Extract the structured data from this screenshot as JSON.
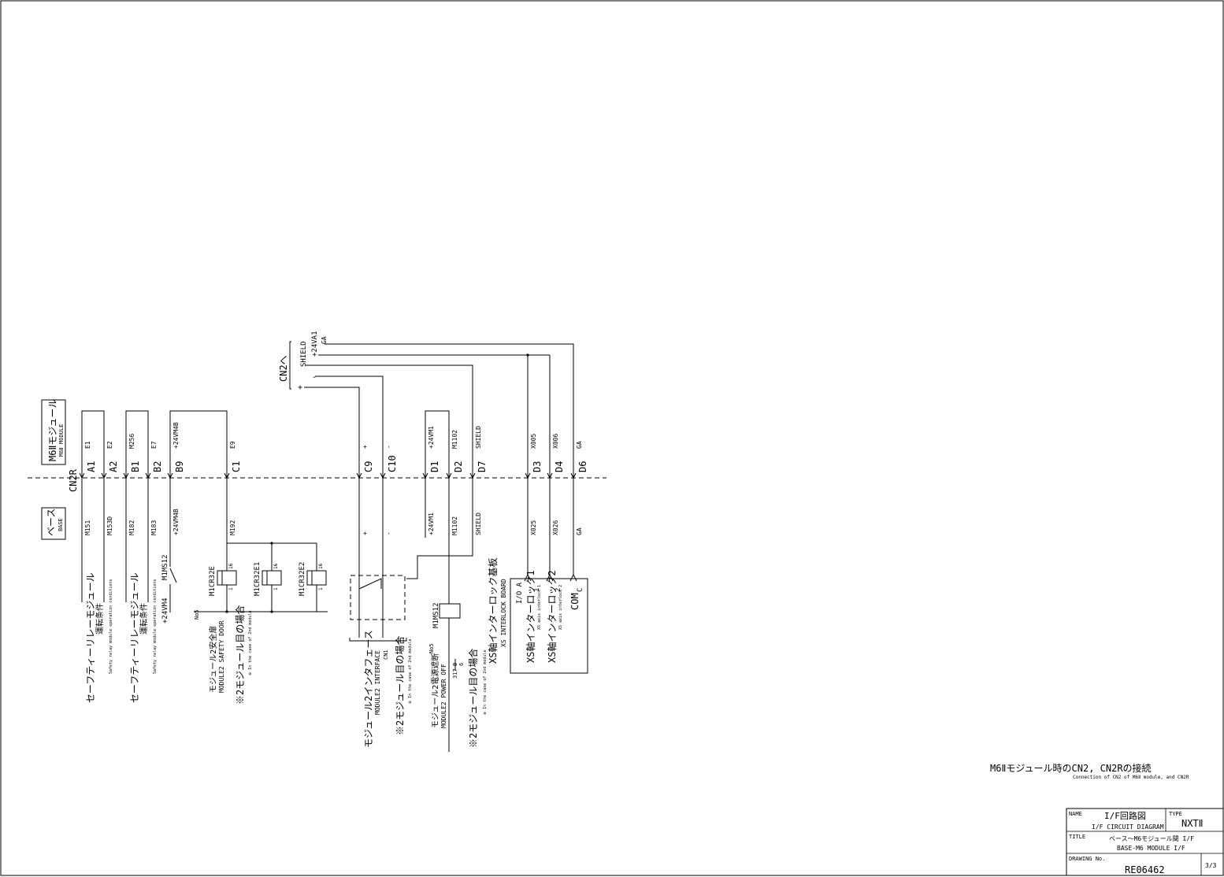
{
  "module_block": {
    "label_jp": "M6Ⅱモジュール",
    "label_en": "M6Ⅱ MODULE"
  },
  "base_block": {
    "label_jp": "ベース",
    "label_en": "BASE"
  },
  "connectors": {
    "cn2r": "CN2R",
    "cn2": "CN2へ"
  },
  "cn2_side": {
    "shield": "SHIELD",
    "p24va1": "+24VA1",
    "ga": "GA",
    "minus": "-",
    "plus": "+"
  },
  "pins": [
    {
      "pin": "A1",
      "top": "E1",
      "bottom": "M151"
    },
    {
      "pin": "A2",
      "top": "E2",
      "bottom": "M153D"
    },
    {
      "pin": "B1",
      "top": "M256",
      "bottom": "M182"
    },
    {
      "pin": "B2",
      "top": "E7",
      "bottom": "M183"
    },
    {
      "pin": "B9",
      "top": "+24VM4B",
      "bottom": "+24VM4B"
    },
    {
      "pin": "C1",
      "top": "E9",
      "bottom": "M192"
    },
    {
      "pin": "C9",
      "top": "+",
      "bottom": "+"
    },
    {
      "pin": "C10",
      "top": "-",
      "bottom": "-"
    },
    {
      "pin": "D1",
      "top": "+24VM1",
      "bottom": "+24VM1"
    },
    {
      "pin": "D2",
      "top": "M1102",
      "bottom": "M1102"
    },
    {
      "pin": "D7",
      "top": "SHIELD",
      "bottom": "SHIELD"
    },
    {
      "pin": "D3",
      "top": "X005",
      "bottom": "X025"
    },
    {
      "pin": "D4",
      "top": "X006",
      "bottom": "X026"
    },
    {
      "pin": "D6",
      "top": "GA",
      "bottom": "GA"
    }
  ],
  "labels": {
    "m1ms12_a": "M1MS12",
    "p24vm4": "+24VM4",
    "no5": "No5",
    "m1ms12_b": "M1MS12",
    "relays": [
      "M1CR32E",
      "M1CR32E1",
      "M1CR32E2"
    ],
    "relay_pin": "16",
    "relay_pin2": "1",
    "pin317": "317",
    "pin_b": "B",
    "pin_6": "6",
    "io_a": "I/O A"
  },
  "bottom_notes": {
    "safety1_jp": "セーフティーリレーモジュール",
    "safety1_jp2": "運転条件",
    "safety1_en": "Safety relay module operation conditions",
    "safety2_jp": "セーフティーリレーモジュール",
    "safety2_jp2": "運転条件",
    "safety2_en": "Safety relay module operation conditions",
    "door_jp": "モジュール2安全扉",
    "door_en": "MODULE2 SAFETY DOOR",
    "case2_jp": "※2モジュール目の場合",
    "case2_en": "※ In the case of 2nd module",
    "if_jp": "モジュール2インタフェース",
    "if_en": "MODULE2 INTERFACE",
    "if_cn": "CN1",
    "case2b_jp": "※2モジュール目の場合",
    "case2b_en": "※ In the case of 2nd module",
    "poff_jp": "モジュール2電源遮断",
    "poff_en": "MODULE2 POWER OFF",
    "case2c_jp": "※2モジュール目の場合",
    "case2c_en": "※ In the case of 2nd module",
    "xs_board_jp": "XS軸インターロック基板",
    "xs_board_en": "XS INTERLOCK BOARD",
    "xs1_jp": "XS軸インターロック1",
    "xs1_en": "XS axis interlock 1",
    "xs2_jp": "XS軸インターロック2",
    "xs2_en": "XS axis interlock 2",
    "com": "COM",
    "term1": "1",
    "term2": "2",
    "term3": "C"
  },
  "caption": {
    "jp": "M6Ⅱモジュール時のCN2, CN2Rの接続",
    "en": "Connection of CN2 of M6Ⅱ module, and CN2R"
  },
  "title_block": {
    "name_label": "NAME",
    "name_jp": "I/F回路図",
    "name_en": "I/F CIRCUIT DIAGRAM",
    "type_label": "TYPE",
    "type_value": "NXTⅡ",
    "title_label": "TITLE",
    "title_jp": "ベース～M6モジュール間 I/F",
    "title_en": "BASE-M6 MODULE I/F",
    "drawing_label": "DRAWING No.",
    "drawing_no": "RE06462",
    "sheet": "3/3"
  }
}
